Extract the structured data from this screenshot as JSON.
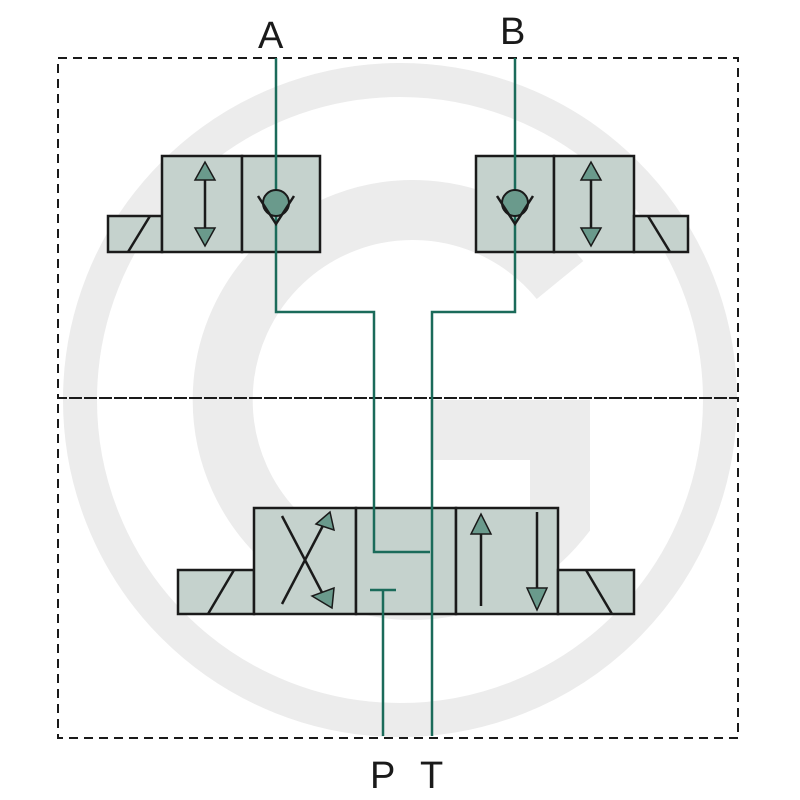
{
  "ports": {
    "a": "A",
    "b": "B",
    "p": "P",
    "t": "T"
  },
  "colors": {
    "line": "#1b6b5a",
    "fill": "#c5d2cd",
    "accent": "#6a9a8c",
    "outline": "#1a1a1a",
    "watermark": "#ececec"
  }
}
